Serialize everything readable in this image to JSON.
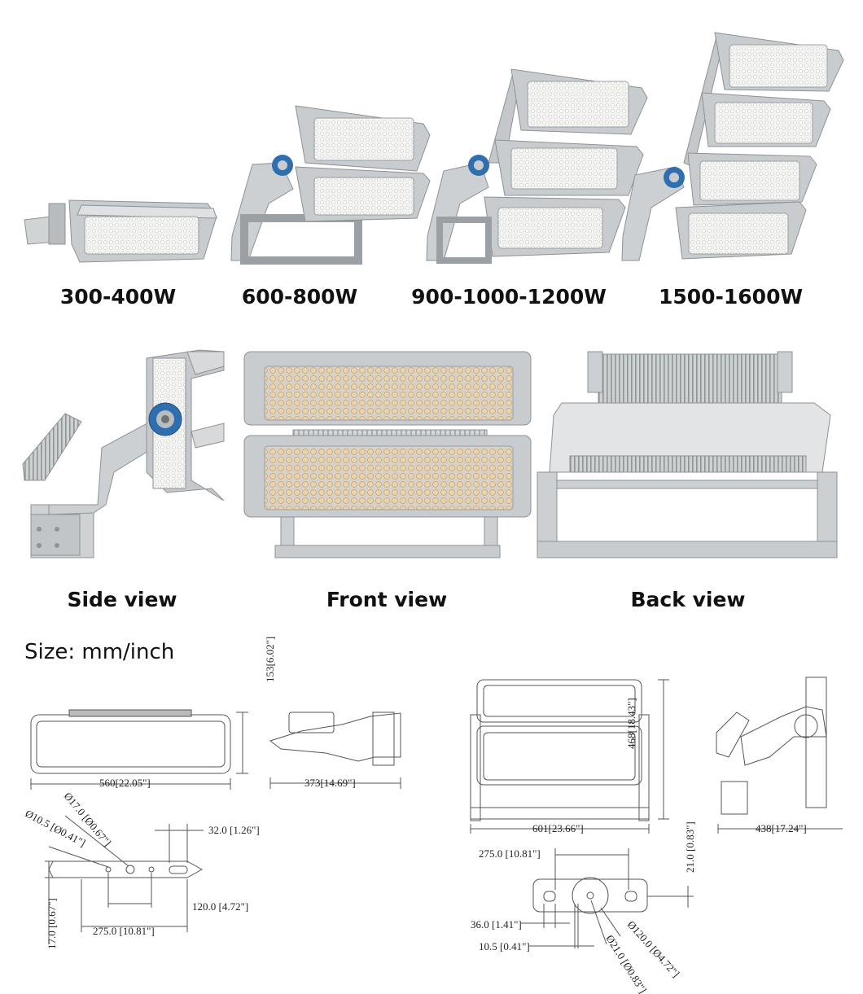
{
  "models": [
    {
      "label": "300-400W",
      "modules": 1
    },
    {
      "label": "600-800W",
      "modules": 2
    },
    {
      "label": "900-1000-1200W",
      "modules": 3
    },
    {
      "label": "1500-1600W",
      "modules": 4
    }
  ],
  "views": {
    "side": "Side view",
    "front": "Front view",
    "back": "Back view"
  },
  "size_title": "Size: mm/inch",
  "dimensions": {
    "d153": "153[6.02\"]",
    "d560": "560[22.05\"]",
    "d373": "373[14.69\"]",
    "d17dia": "Ø17.0 [Ø0.67\"]",
    "d10_5dia": "Ø10.5 [Ø0.41\"]",
    "d32": "32.0 [1.26\"]",
    "d17": "17.0 [0.67\"]",
    "d120": "120.0 [4.72\"]",
    "d275a": "275.0 [10.81\"]",
    "d468": "468[18.43\"]",
    "d601": "601[23.66\"]",
    "d438": "438[17.24\"]",
    "d275b": "275.0 [10.81\"]",
    "d21": "21.0 [0.83\"]",
    "d36": "36.0 [1.41\"]",
    "d10_5": "10.5 [0.41\"]",
    "d120dia": "Ø120.0 [Ø4.72\"]",
    "d21dia": "Ø21.0 [Ø0.83\"]"
  },
  "colors": {
    "housing": "#c9ccce",
    "housing_dark": "#9da1a4",
    "led": "#f4f4f2",
    "led_warm": "#e9c79a",
    "accent_blue": "#2f6fb0",
    "line": "#555555"
  }
}
